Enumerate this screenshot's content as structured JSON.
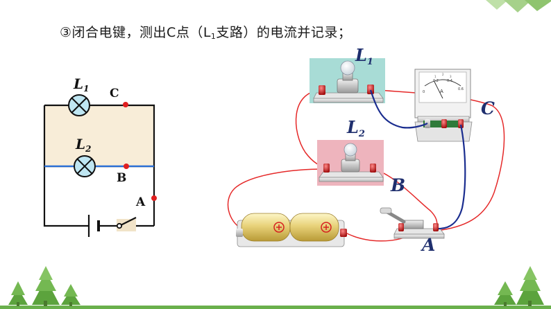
{
  "instruction": {
    "step_marker": "③",
    "text_before": "闭合电键，测出C点（L",
    "subscript": "1",
    "text_after": "支路）的电流并记录；"
  },
  "schematic": {
    "label_l1": "L",
    "label_l1_sub": "1",
    "label_l2": "L",
    "label_l2_sub": "2",
    "label_a": "A",
    "label_b": "B",
    "label_c": "C"
  },
  "apparatus": {
    "label_l1": "L",
    "label_l1_sub": "1",
    "label_l2": "L",
    "label_l2_sub": "2",
    "label_a": "A",
    "label_b": "B",
    "label_c": "C",
    "ammeter_unit": "A",
    "ammeter_ticks": [
      "0",
      "0.2",
      "0.4",
      "0.6"
    ],
    "ammeter_small_ticks": [
      "1",
      "2",
      "3"
    ]
  },
  "colors": {
    "accent_green": "#6ab04c",
    "red_wire": "#e52828",
    "blue_wire": "#1a2d8f",
    "label_blue": "#1f2f6e",
    "l1_panel": "#a8dcd6",
    "l2_panel": "#eeb4bd",
    "schematic_fill": "#f8edd8"
  }
}
